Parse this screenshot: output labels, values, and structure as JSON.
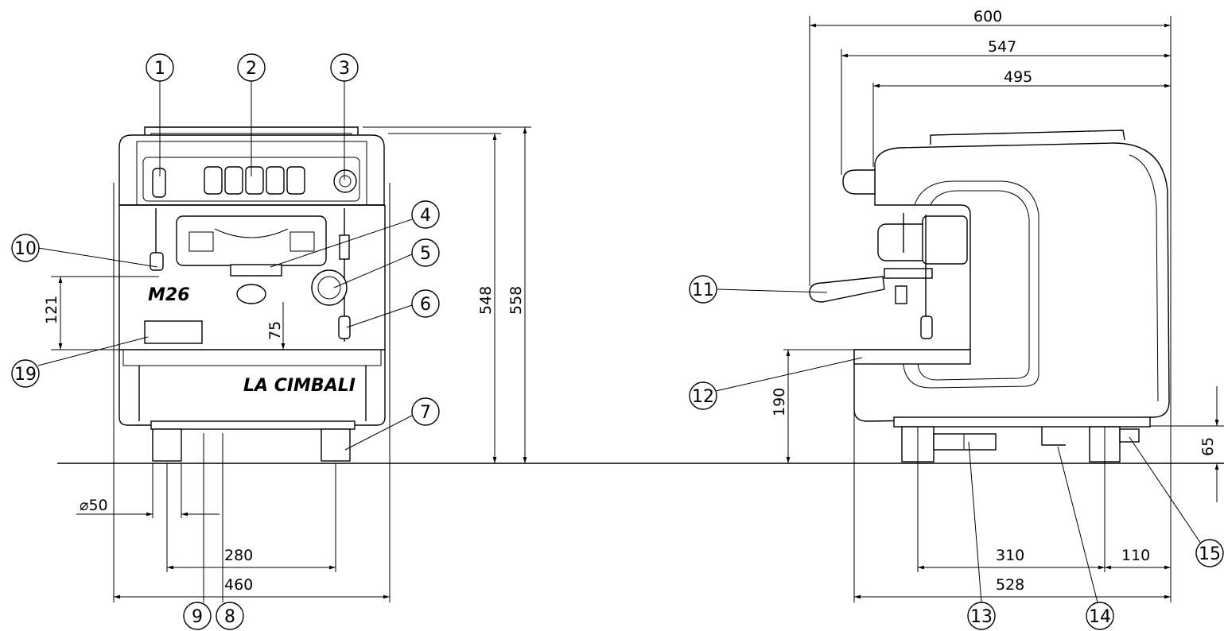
{
  "front_view": {
    "model_label": "M26",
    "brand_label": "LA CIMBALI",
    "dimensions": {
      "height_548": "548",
      "height_558": "558",
      "dim_121": "121",
      "dim_75": "75",
      "dia_50": "⌀50",
      "width_280": "280",
      "width_460": "460"
    }
  },
  "side_view": {
    "dimensions": {
      "depth_600": "600",
      "depth_547": "547",
      "depth_495": "495",
      "dim_190": "190",
      "dim_65": "65",
      "dim_310": "310",
      "dim_110": "110",
      "dim_528": "528"
    }
  },
  "balloons": [
    "1",
    "2",
    "3",
    "4",
    "5",
    "6",
    "7",
    "8",
    "9",
    "10",
    "11",
    "12",
    "13",
    "14",
    "15",
    "19"
  ]
}
